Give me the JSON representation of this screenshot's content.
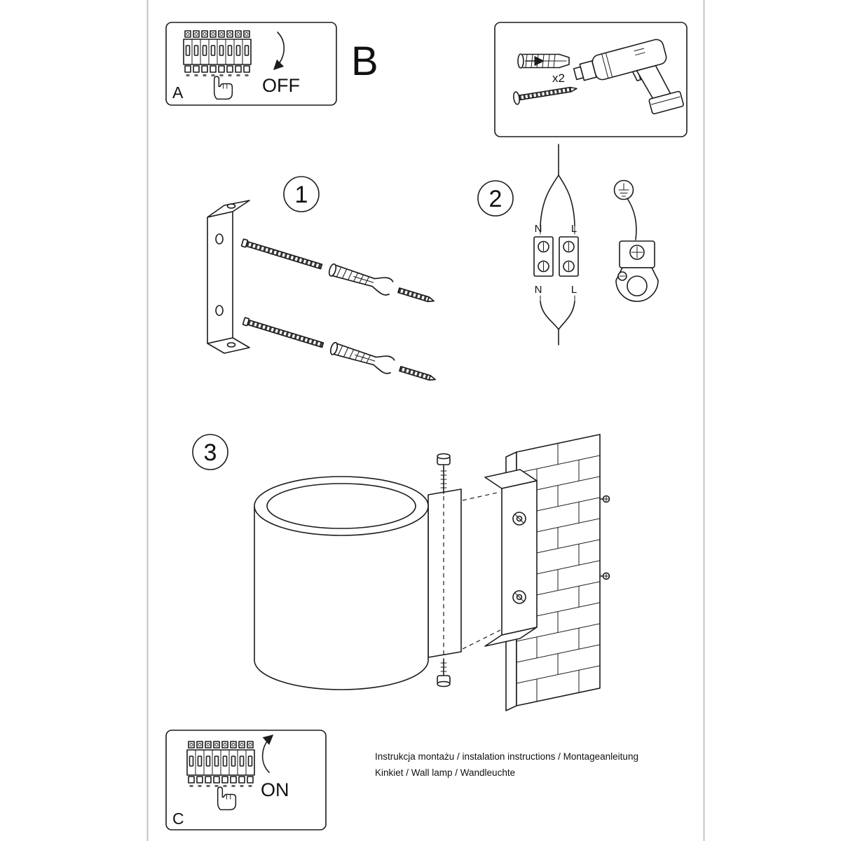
{
  "page": {
    "step_a": {
      "label": "A",
      "action": "OFF"
    },
    "section_b": {
      "label": "B",
      "quantity": "x2"
    },
    "step_c": {
      "label": "C",
      "action": "ON"
    },
    "step_numbers": {
      "one": "1",
      "two": "2",
      "three": "3"
    },
    "wiring": {
      "n_top": "N",
      "l_top": "L",
      "n_bottom": "N",
      "l_bottom": "L"
    },
    "footer": {
      "line1": "Instrukcja montażu / instalation instructions / Montageanleitung",
      "line2": "Kinkiet / Wall lamp / Wandleuchte"
    },
    "colors": {
      "ink": "#1c1c1c",
      "page_edge": "#c4c4c4"
    }
  }
}
